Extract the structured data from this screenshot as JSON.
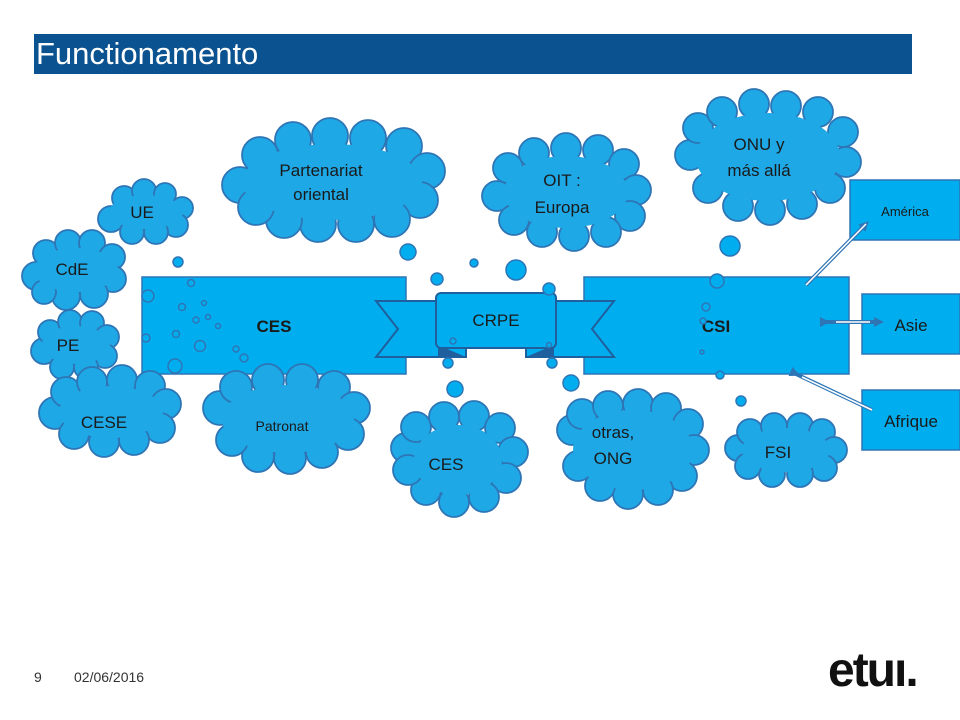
{
  "header": {
    "title": "Functionamento"
  },
  "boxes": {
    "ces": "CES",
    "csi": "CSI"
  },
  "banner": {
    "label": "CRPE"
  },
  "clouds": {
    "ue": "UE",
    "cde": "CdE",
    "pe": "PE",
    "cese": "CESE",
    "partenariat_line1": "Partenariat",
    "partenariat_line2": "oriental",
    "patronat": "Patronat",
    "ces_bottom": "CES",
    "oit_line1": "OIT :",
    "oit_line2": "Europa",
    "onu_line1": "ONU y",
    "onu_line2": "más allá",
    "otras_line1": "otras,",
    "otras_line2": "ONG",
    "fsi": "FSI"
  },
  "regions": {
    "america": "América",
    "asie": "Asie",
    "afrique": "Afrique"
  },
  "footer": {
    "page_number": "9",
    "date": "02/06/2016",
    "logo": "etuı."
  },
  "colors": {
    "title_bar": "#0b5290",
    "box_fill": "#00aeef",
    "cloud_fill": "#1ea8e6",
    "cloud_stroke": "#2e75b6",
    "ces_label": "#ff0000",
    "csi_label": "#e9772e"
  }
}
